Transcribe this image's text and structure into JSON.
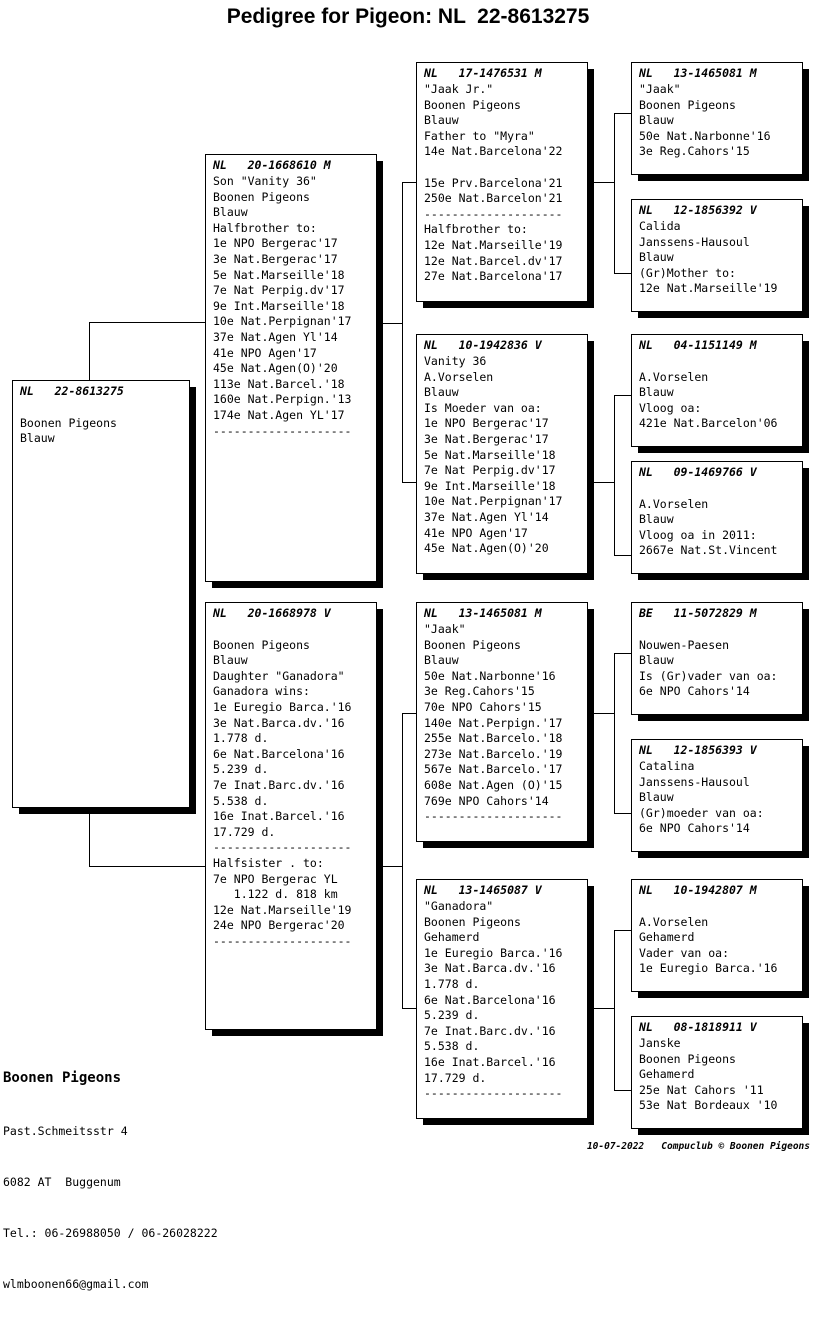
{
  "title": "Pedigree for Pigeon: NL  22-8613275",
  "boxes": {
    "subject": {
      "id": "NL   22-8613275",
      "lines": [
        "",
        "Boonen Pigeons",
        "Blauw"
      ]
    },
    "sire": {
      "id": "NL   20-1668610 M",
      "lines": [
        "Son \"Vanity 36\"",
        "Boonen Pigeons",
        "Blauw",
        "Halfbrother to:",
        "1e NPO Bergerac'17",
        "3e Nat.Bergerac'17",
        "5e Nat.Marseille'18",
        "7e Nat Perpig.dv'17",
        "9e Int.Marseille'18",
        "10e Nat.Perpignan'17",
        "37e Nat.Agen Yl'14",
        "41e NPO Agen'17",
        "45e Nat.Agen(O)'20",
        "113e Nat.Barcel.'18",
        "160e Nat.Perpign.'13",
        "174e Nat.Agen YL'17",
        "--------------------"
      ]
    },
    "dam": {
      "id": "NL   20-1668978 V",
      "lines": [
        "",
        "Boonen Pigeons",
        "Blauw",
        "Daughter \"Ganadora\"",
        "Ganadora wins:",
        "1e Euregio Barca.'16",
        "3e Nat.Barca.dv.'16",
        "1.778 d.",
        "6e Nat.Barcelona'16",
        "5.239 d.",
        "7e Inat.Barc.dv.'16",
        "5.538 d.",
        "16e Inat.Barcel.'16",
        "17.729 d.",
        "--------------------",
        "Halfsister . to:",
        "7e NPO Bergerac YL",
        "   1.122 d. 818 km",
        "12e Nat.Marseille'19",
        "24e NPO Bergerac'20",
        "--------------------"
      ]
    },
    "ff": {
      "id": "NL   17-1476531 M",
      "lines": [
        "\"Jaak Jr.\"",
        "Boonen Pigeons",
        "Blauw",
        "Father to \"Myra\"",
        "14e Nat.Barcelona'22",
        "",
        "15e Prv.Barcelona'21",
        "250e Nat.Barcelon'21",
        "--------------------",
        "Halfbrother to:",
        "12e Nat.Marseille'19",
        "12e Nat.Barcel.dv'17",
        "27e Nat.Barcelona'17"
      ]
    },
    "fm": {
      "id": "NL   10-1942836 V",
      "lines": [
        "Vanity 36",
        "A.Vorselen",
        "Blauw",
        "Is Moeder van oa:",
        "1e NPO Bergerac'17",
        "3e Nat.Bergerac'17",
        "5e Nat.Marseille'18",
        "7e Nat Perpig.dv'17",
        "9e Int.Marseille'18",
        "10e Nat.Perpignan'17",
        "37e Nat.Agen Yl'14",
        "41e NPO Agen'17",
        "45e Nat.Agen(O)'20"
      ]
    },
    "mf": {
      "id": "NL   13-1465081 M",
      "lines": [
        "\"Jaak\"",
        "Boonen Pigeons",
        "Blauw",
        "50e Nat.Narbonne'16",
        "3e Reg.Cahors'15",
        "70e NPO Cahors'15",
        "140e Nat.Perpign.'17",
        "255e Nat.Barcelo.'18",
        "273e Nat.Barcelo.'19",
        "567e Nat.Barcelo.'17",
        "608e Nat.Agen (O)'15",
        "769e NPO Cahors'14",
        "--------------------"
      ]
    },
    "mm": {
      "id": "NL   13-1465087 V",
      "lines": [
        "\"Ganadora\"",
        "Boonen Pigeons",
        "Gehamerd",
        "1e Euregio Barca.'16",
        "3e Nat.Barca.dv.'16",
        "1.778 d.",
        "6e Nat.Barcelona'16",
        "5.239 d.",
        "7e Inat.Barc.dv.'16",
        "5.538 d.",
        "16e Inat.Barcel.'16",
        "17.729 d.",
        "--------------------"
      ]
    },
    "fff": {
      "id": "NL   13-1465081 M",
      "lines": [
        "\"Jaak\"",
        "Boonen Pigeons",
        "Blauw",
        "50e Nat.Narbonne'16",
        "3e Reg.Cahors'15"
      ]
    },
    "ffm": {
      "id": "NL   12-1856392 V",
      "lines": [
        "Calida",
        "Janssens-Hausoul",
        "Blauw",
        "(Gr)Mother to:",
        "12e Nat.Marseille'19"
      ]
    },
    "fmf": {
      "id": "NL   04-1151149 M",
      "lines": [
        "",
        "A.Vorselen",
        "Blauw",
        "Vloog oa:",
        "421e Nat.Barcelon'06"
      ]
    },
    "fmm": {
      "id": "NL   09-1469766 V",
      "lines": [
        "",
        "A.Vorselen",
        "Blauw",
        "Vloog oa in 2011:",
        "2667e Nat.St.Vincent"
      ]
    },
    "mff": {
      "id": "BE   11-5072829 M",
      "lines": [
        "",
        "Nouwen-Paesen",
        "Blauw",
        "Is (Gr)vader van oa:",
        "6e NPO Cahors'14"
      ]
    },
    "mfm": {
      "id": "NL   12-1856393 V",
      "lines": [
        "Catalina",
        "Janssens-Hausoul",
        "Blauw",
        "(Gr)moeder van oa:",
        "6e NPO Cahors'14"
      ]
    },
    "mmf": {
      "id": "NL   10-1942807 M",
      "lines": [
        "",
        "A.Vorselen",
        "Gehamerd",
        "Vader van oa:",
        "1e Euregio Barca.'16"
      ]
    },
    "mmm": {
      "id": "NL   08-1818911 V",
      "lines": [
        "Janske",
        "Boonen Pigeons",
        "Gehamerd",
        "25e Nat Cahors '11",
        "53e Nat Bordeaux '10"
      ]
    }
  },
  "footer": {
    "name": "Boonen Pigeons",
    "address1": "Past.Schmeitsstr 4",
    "address2": "6082 AT  Buggenum",
    "phone": "Tel.: 06-26988050 / 06-26028222",
    "email": "wlmboonen66@gmail.com"
  },
  "credit": "10-07-2022   Compuclub © Boonen Pigeons"
}
